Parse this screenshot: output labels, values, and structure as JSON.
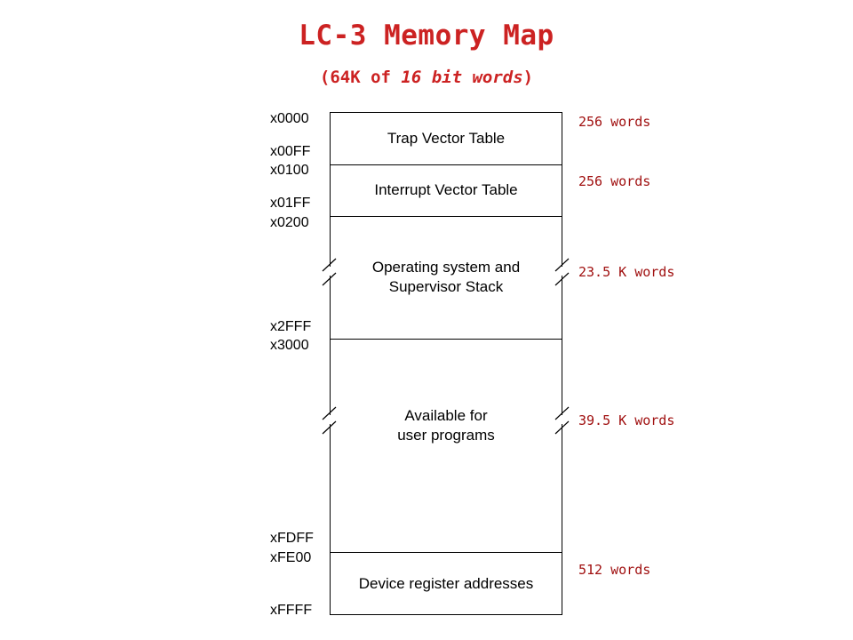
{
  "title": "LC-3 Memory Map",
  "subtitle": {
    "open": "(64K of ",
    "italic": "16 bit words",
    "close": ")"
  },
  "regions": [
    {
      "label": "Trap Vector Table",
      "start": "x0000",
      "end": "x00FF",
      "size": "256 words"
    },
    {
      "label": "Interrupt Vector Table",
      "start": "x0100",
      "end": "x01FF",
      "size": "256 words"
    },
    {
      "label": "Operating system and\nSupervisor Stack",
      "start": "x0200",
      "end": "x2FFF",
      "size": "23.5 K words"
    },
    {
      "label": "Available for\nuser programs",
      "start": "x3000",
      "end": "xFDFF",
      "size": "39.5 K words"
    },
    {
      "label": "Device register addresses",
      "start": "xFE00",
      "end": "xFFFF",
      "size": "512 words"
    }
  ],
  "colors": {
    "title": "#cc2222",
    "size_labels": "#a01010",
    "lines": "#000000"
  }
}
